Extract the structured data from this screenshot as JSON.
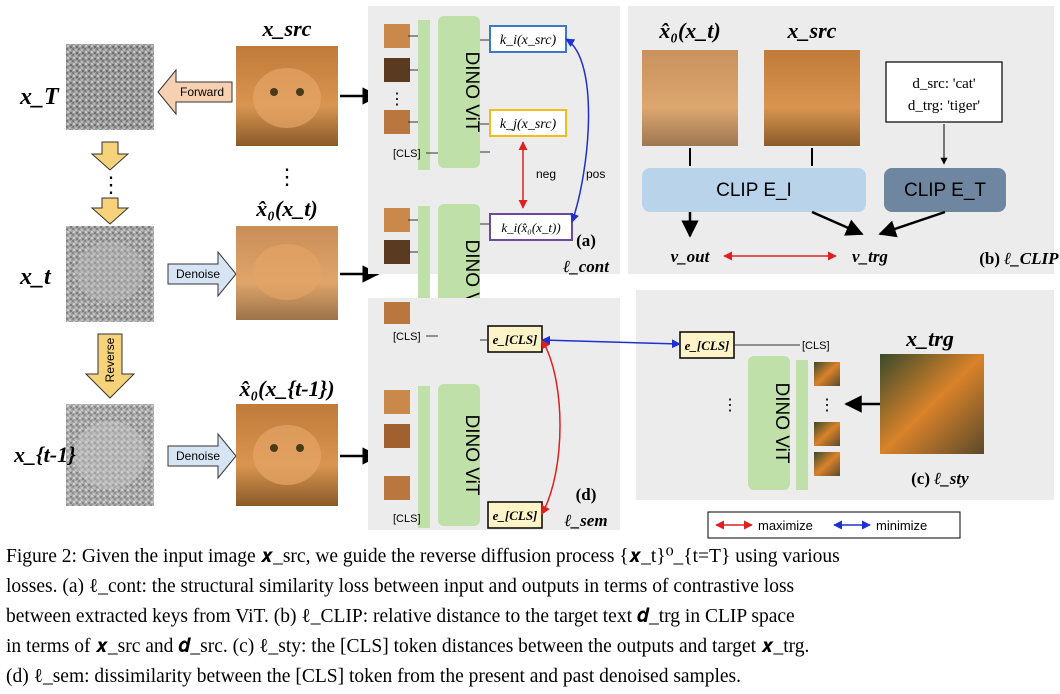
{
  "diagram": {
    "left": {
      "row_labels": [
        "x_T",
        "x_t",
        "x_{t-1}"
      ],
      "forward": "Forward",
      "denoise": "Denoise",
      "reverse": "Reverse",
      "top_image_label": "x_src",
      "mid_image_label": "x̂₀(x_t)",
      "bot_image_label": "x̂₀(x_{t-1})",
      "vdots": "⋮"
    },
    "panel_a": {
      "vit": "DINO ViT",
      "cls": "[CLS]",
      "key1": "k_i(x_src)",
      "key2": "k_j(x_src)",
      "key3": "k_i(x̂₀(x_t))",
      "neg": "neg",
      "pos": "pos",
      "tag": "(a)",
      "loss": "ℓ_cont"
    },
    "panel_b": {
      "img1_label": "x̂₀(x_t)",
      "img2_label": "x_src",
      "text_src": "d_src: 'cat'",
      "text_trg": "d_trg: 'tiger'",
      "clip_image": "CLIP E_I",
      "clip_text": "CLIP E_T",
      "v_out": "v_out",
      "v_trg": "v_trg",
      "tag": "(b)",
      "loss": "ℓ_CLIP"
    },
    "panel_c": {
      "vit": "DINO ViT",
      "cls": "[CLS]",
      "e_cls": "e_[CLS]",
      "target_label": "x_trg",
      "tag": "(c)",
      "loss": "ℓ_sty"
    },
    "panel_d": {
      "vit": "DINO ViT",
      "cls": "[CLS]",
      "e_cls": "e_[CLS]",
      "tag": "(d)",
      "loss": "ℓ_sem"
    },
    "legend": {
      "maximize": "maximize",
      "minimize": "minimize"
    },
    "colors": {
      "panel_bg": "#ececec",
      "vit_green": "#bfe0a8",
      "clip_blue": "#b8d3ea",
      "clip_dark": "#6f86a0",
      "key_blue": "#3a78c8",
      "key_yellow": "#f0bd1c",
      "key_purple": "#6b4aa0",
      "arrow_red": "#e02020",
      "arrow_blue": "#2030d0",
      "block_arrow_yellow": "#f6d27a",
      "block_arrow_blue": "#d7e4f4"
    }
  },
  "caption": {
    "lines": [
      "Figure 2: Given the input image 𝒙_src, we guide the reverse diffusion process {𝒙_t}⁰_{t=T} using various",
      "losses. (a) ℓ_cont: the structural similarity loss between input and outputs in terms of contrastive loss",
      "between extracted keys from ViT. (b) ℓ_CLIP: relative distance to the target text 𝒅_trg in CLIP space",
      "in terms of 𝒙_src and 𝒅_src. (c) ℓ_sty: the [CLS] token distances between the outputs and target 𝒙_trg.",
      "(d) ℓ_sem: dissimilarity between the [CLS] token from the present and past denoised samples."
    ]
  }
}
